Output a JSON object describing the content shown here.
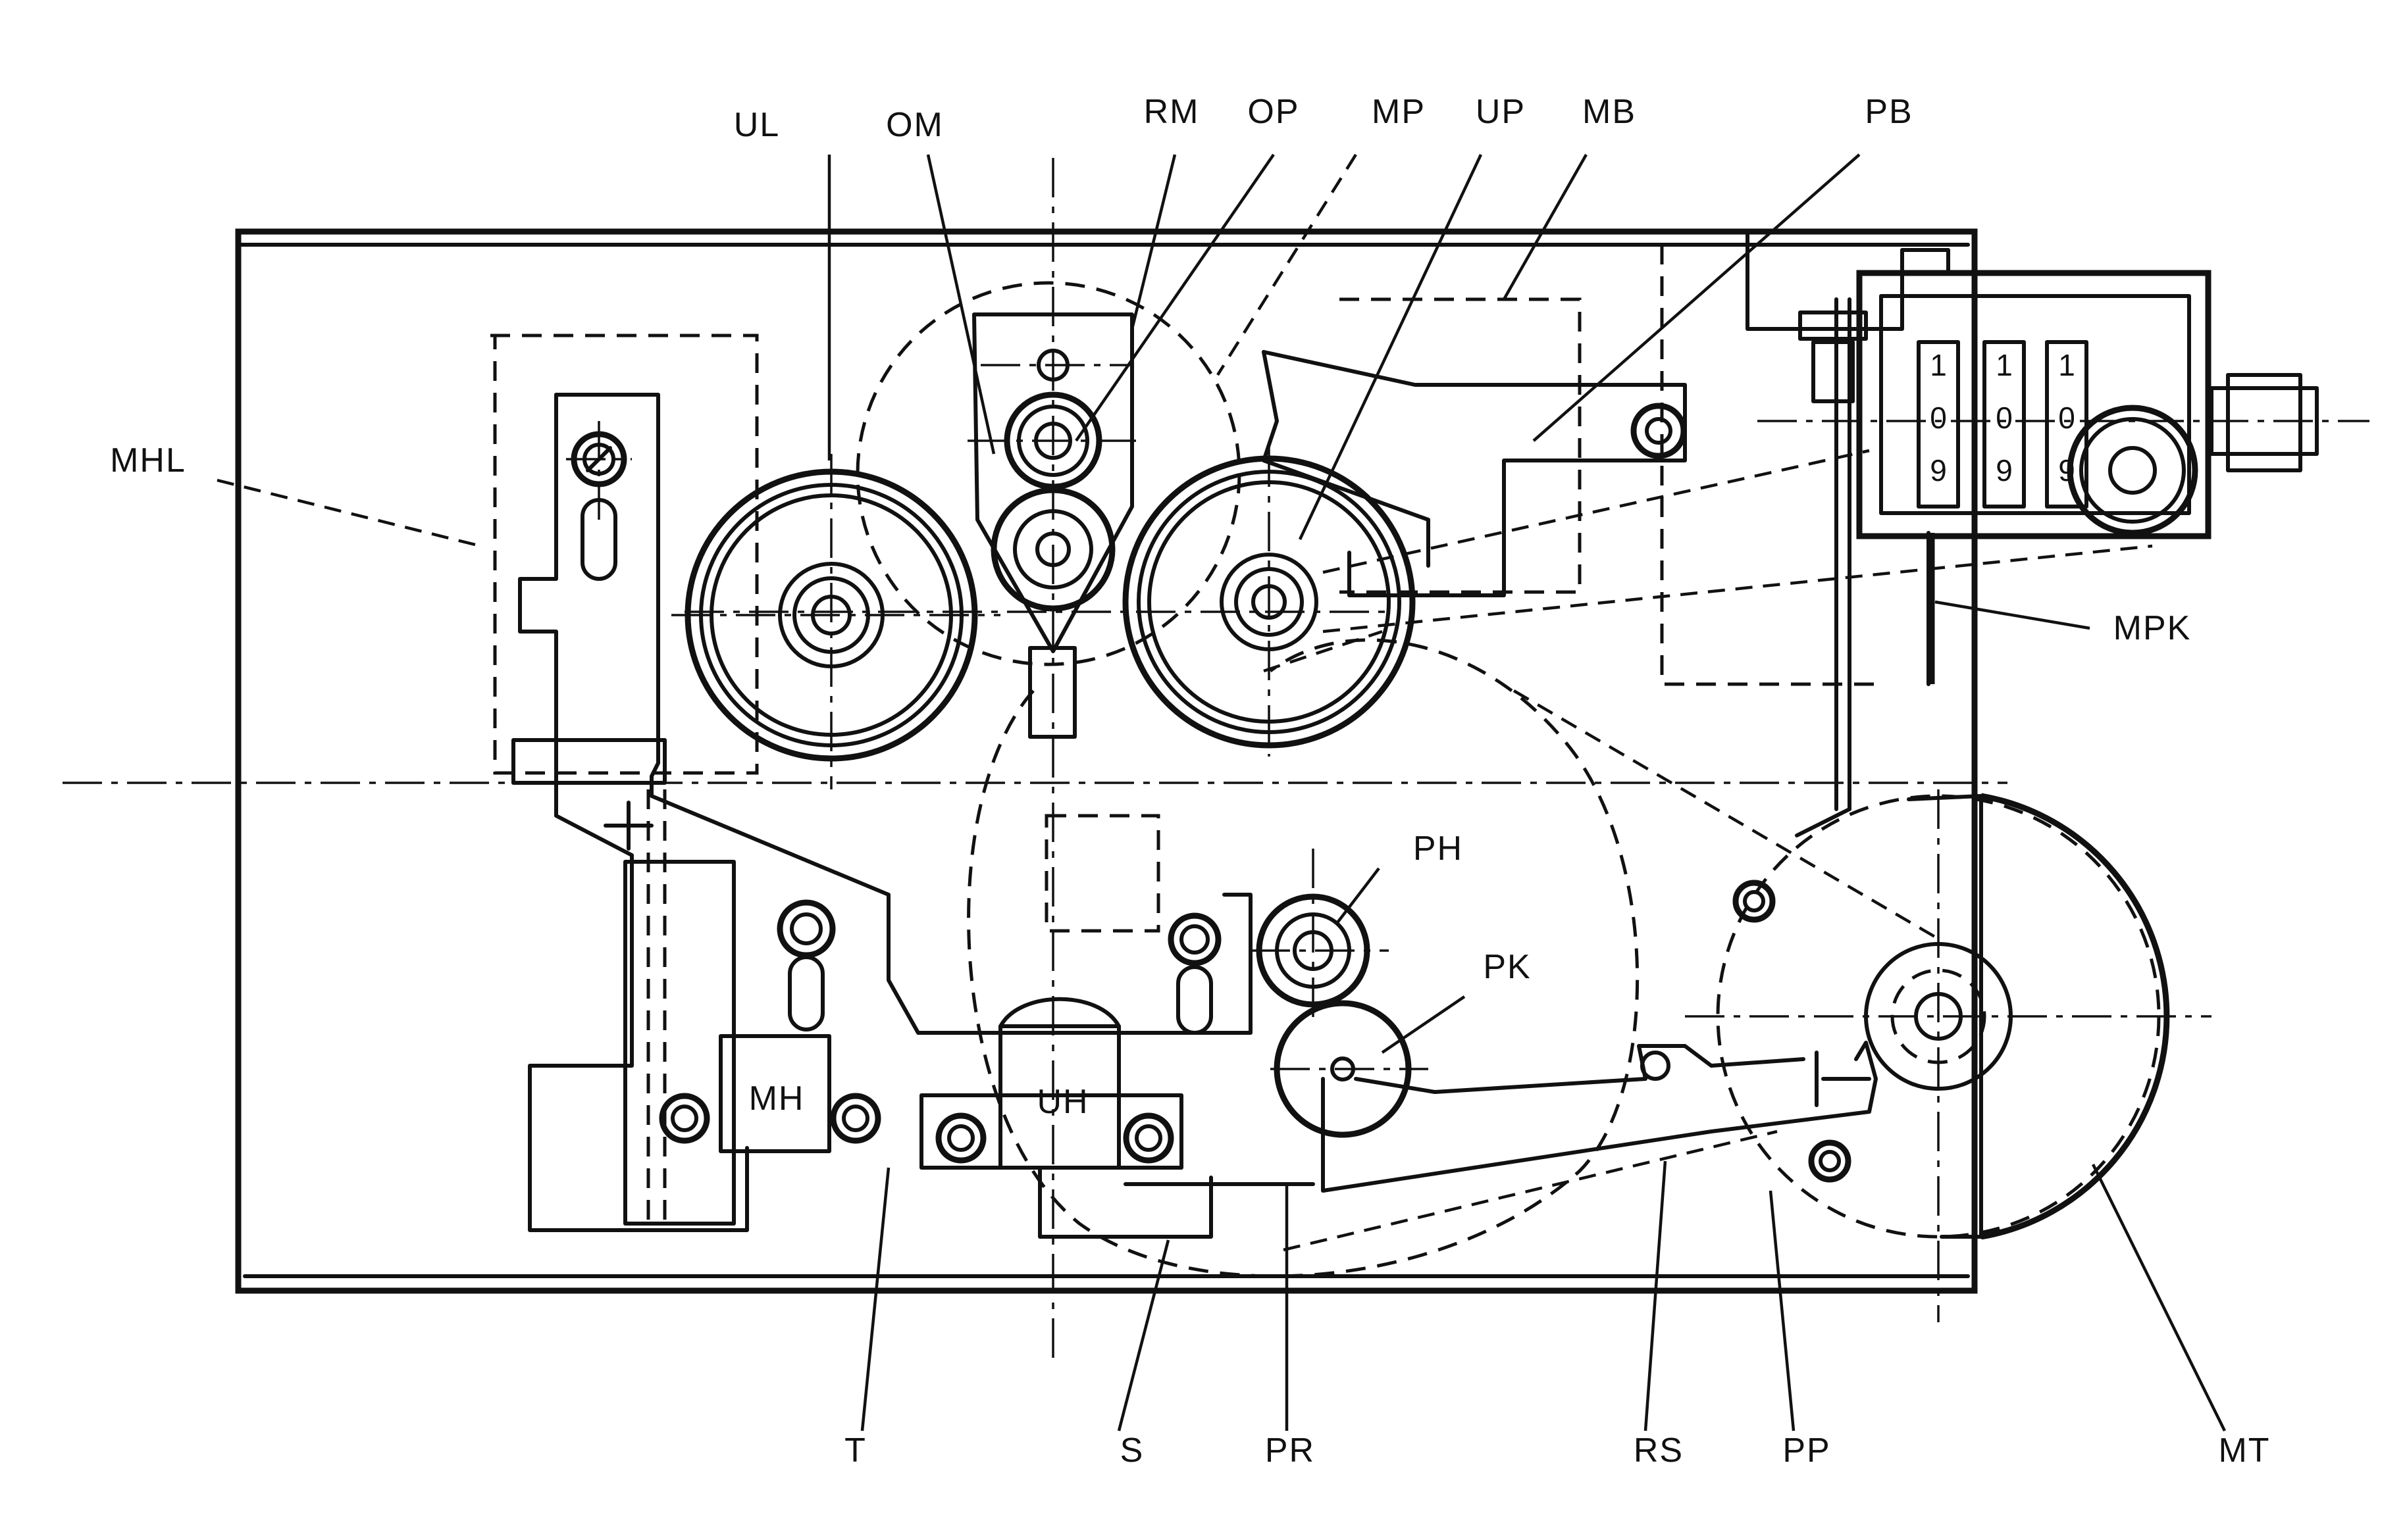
{
  "labels": {
    "UL": "UL",
    "OM": "OM",
    "RM": "RM",
    "OP": "OP",
    "MP": "MP",
    "UP": "UP",
    "MB": "MB",
    "PB": "PB",
    "MHL": "MHL",
    "MPK": "MPK",
    "PH": "PH",
    "PK": "PK",
    "MH": "MH",
    "UH": "UH",
    "T": "T",
    "S": "S",
    "PR": "PR",
    "RS": "RS",
    "PP": "PP",
    "MT": "MT"
  },
  "counter": {
    "col1": [
      "1",
      "0",
      "9"
    ],
    "col2": [
      "1",
      "0",
      "9"
    ],
    "col3": [
      "1",
      "0",
      "9"
    ]
  }
}
